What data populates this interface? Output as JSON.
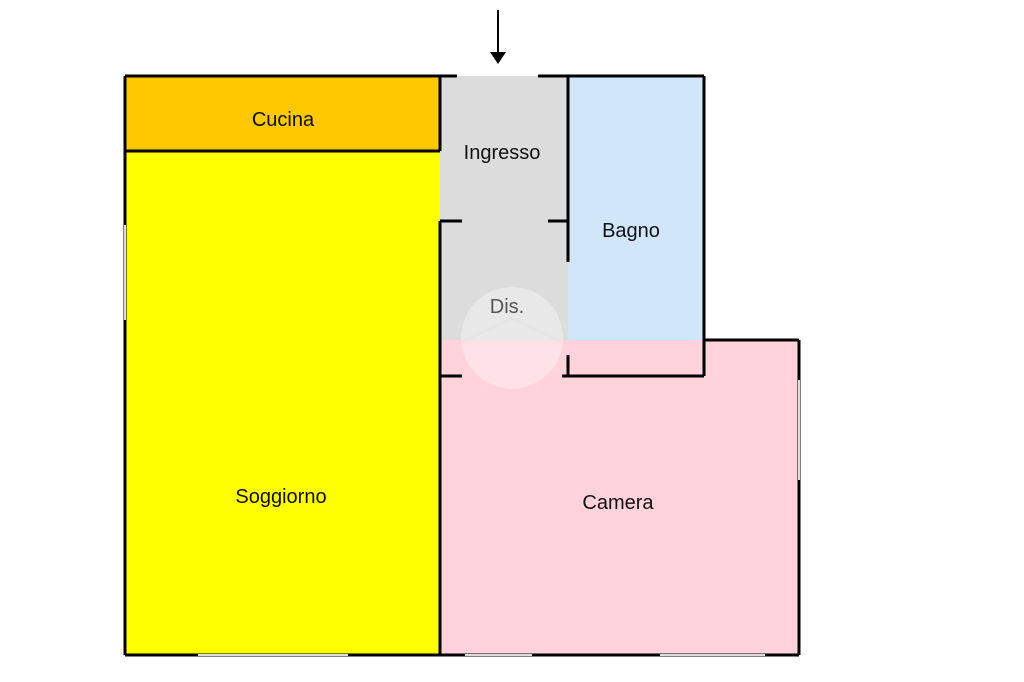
{
  "floorplan": {
    "rooms": {
      "cucina": {
        "label": "Cucina",
        "color": "#FFC800"
      },
      "soggiorno": {
        "label": "Soggiorno",
        "color": "#FFFF00"
      },
      "ingresso": {
        "label": "Ingresso",
        "color": "#DCDCDC"
      },
      "disimpegno": {
        "label": "Dis.",
        "color": "#DCDCDC"
      },
      "bagno": {
        "label": "Bagno",
        "color": "#D2E6FA"
      },
      "camera": {
        "label": "Camera",
        "color": "#FFD2DC"
      }
    },
    "wall_color": "#000000",
    "entrance_marker": "down-arrow-icon"
  }
}
